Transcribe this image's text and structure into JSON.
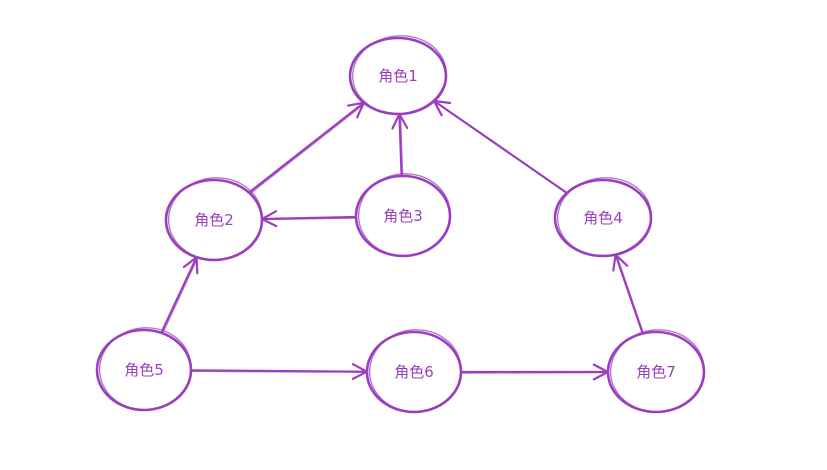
{
  "diagram": {
    "colors": {
      "stroke": "#9b3fbd",
      "label": "#9b3fbd",
      "background": "#ffffff"
    },
    "nodes": [
      {
        "id": "n1",
        "label": "角色1"
      },
      {
        "id": "n2",
        "label": "角色2"
      },
      {
        "id": "n3",
        "label": "角色3"
      },
      {
        "id": "n4",
        "label": "角色4"
      },
      {
        "id": "n5",
        "label": "角色5"
      },
      {
        "id": "n6",
        "label": "角色6"
      },
      {
        "id": "n7",
        "label": "角色7"
      }
    ],
    "edges": [
      {
        "from": "n2",
        "to": "n1"
      },
      {
        "from": "n3",
        "to": "n1"
      },
      {
        "from": "n4",
        "to": "n1"
      },
      {
        "from": "n3",
        "to": "n2"
      },
      {
        "from": "n5",
        "to": "n2"
      },
      {
        "from": "n5",
        "to": "n6"
      },
      {
        "from": "n6",
        "to": "n7"
      },
      {
        "from": "n7",
        "to": "n4"
      }
    ]
  }
}
